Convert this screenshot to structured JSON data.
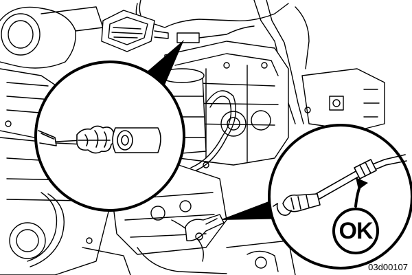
{
  "diagram": {
    "callout_ok_text": "OK",
    "figure_code": "03d00107",
    "colors": {
      "line": "#000000",
      "fill": "#ffffff",
      "shade": "#e6e6e6"
    },
    "icons": [
      "engine-drawing",
      "magnifier-callout-left",
      "magnifier-callout-right",
      "ok-badge",
      "arrow-icon"
    ]
  }
}
